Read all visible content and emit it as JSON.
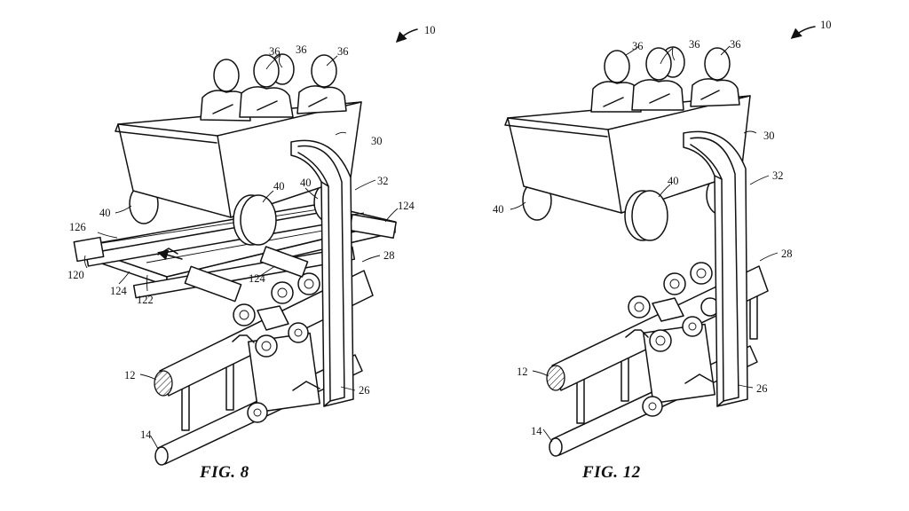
{
  "figures": [
    {
      "caption": "FIG. 8",
      "refs": {
        "r10": "10",
        "r36a": "36",
        "r36b": "36",
        "r36c": "36",
        "r30": "30",
        "r32": "32",
        "r40a": "40",
        "r40b": "40",
        "r40c": "40",
        "r124a": "124",
        "r126": "126",
        "r120": "120",
        "r124b": "124",
        "r122": "122",
        "r124c": "124",
        "r28": "28",
        "r12": "12",
        "r26": "26",
        "r14": "14"
      }
    },
    {
      "caption": "FIG. 12",
      "refs": {
        "r10": "10",
        "r36a": "36",
        "r36b": "36",
        "r36c": "36",
        "r30": "30",
        "r32": "32",
        "r40a": "40",
        "r40b": "40",
        "r28": "28",
        "r12": "12",
        "r26": "26",
        "r14": "14"
      }
    }
  ]
}
